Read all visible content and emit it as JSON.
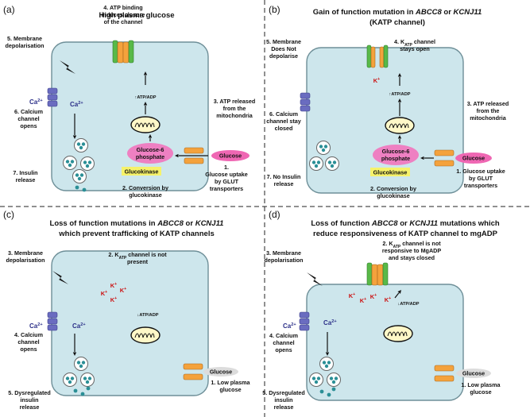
{
  "panels": [
    {
      "id": "a",
      "letter": "(a)",
      "title_lines": [
        [
          {
            "t": "High plasma glucose"
          }
        ]
      ],
      "atp_line": "↑ATP/ADP",
      "ca_out": "Ca",
      "ca_in": "Ca",
      "labels": [
        [
          "4. ATP binding",
          "induces closure",
          "of the channel"
        ],
        [
          "5. Membrane",
          "depolarisation"
        ],
        [
          "6. Calcium",
          "channel",
          "opens"
        ],
        [
          "3. ATP released",
          "from the",
          "mitochondria"
        ],
        [
          "7. Insulin",
          "release"
        ],
        [
          "2. Conversion by",
          "glucokinase"
        ],
        [
          "1.",
          "Glucose uptake",
          "by GLUT",
          "transporters"
        ]
      ],
      "glucose": "Glucose",
      "g6p": [
        "Glucose-6",
        "phosphate"
      ],
      "glucokinase": "Glucokinase"
    },
    {
      "id": "b",
      "letter": "(b)",
      "title_lines": [
        [
          {
            "t": "Gain of function mutation in "
          },
          {
            "t": "ABCC8",
            "i": true
          },
          {
            "t": " or "
          },
          {
            "t": "KCNJ11",
            "i": true
          }
        ],
        [
          {
            "t": "(KATP channel)"
          }
        ]
      ],
      "atp_line": "↑ATP/ADP",
      "k_single": "K",
      "labels": [
        [
          "5. Membrane",
          "Does Not",
          "depolarise"
        ],
        [
          "4. K",
          "stays open"
        ],
        [
          "6. Calcium",
          "channel stay",
          "closed"
        ],
        [
          "3. ATP released",
          "from the",
          "mitochondria"
        ],
        [
          "7. No Insulin",
          "release"
        ],
        [
          "2. Conversion by",
          "glucokinase"
        ],
        [
          "1. Glucose uptake",
          "by GLUT",
          "transporters"
        ]
      ],
      "glucose": "Glucose",
      "g6p": [
        "Glucose-6",
        "phosphate"
      ],
      "glucokinase": "Glucokinase"
    },
    {
      "id": "c",
      "letter": "(c)",
      "title_lines": [
        [
          {
            "t": "Loss of function mutations in "
          },
          {
            "t": "ABCC8",
            "i": true
          },
          {
            "t": " or "
          },
          {
            "t": "KCNJ11",
            "i": true
          }
        ],
        [
          {
            "t": "which prevent trafficking of KATP channels"
          }
        ]
      ],
      "atp_line": "↓ATP/ADP",
      "ca_out": "Ca",
      "ca_in": "Ca",
      "k_ions": [
        "K",
        "K",
        "K",
        "K"
      ],
      "labels": [
        [
          "3. Membrane",
          "depolarisation"
        ],
        [
          "2. K",
          "present"
        ],
        [
          "4. Calcium",
          "channel",
          "opens"
        ],
        [
          "5. Dysregulated",
          "insulin",
          "release"
        ],
        [
          "1. Low plasma",
          "glucose"
        ]
      ],
      "glucose": "Glucose"
    },
    {
      "id": "d",
      "letter": "(d)",
      "title_lines": [
        [
          {
            "t": "Loss of function "
          },
          {
            "t": "ABCC8",
            "i": true
          },
          {
            "t": " or "
          },
          {
            "t": "KCNJ11",
            "i": true
          },
          {
            "t": " mutations which"
          }
        ],
        [
          {
            "t": "reduce responsiveness of  KATP channel to mgADP"
          }
        ]
      ],
      "atp_line": "↓ATP/ADP",
      "ca_out": "Ca",
      "ca_in": "Ca",
      "k_ions": [
        "K",
        "K",
        "K",
        "K"
      ],
      "labels": [
        [
          "2. K",
          "responsive to MgADP",
          "and stays closed"
        ],
        [
          "3. Membrane",
          "depolarisation"
        ],
        [
          "4. Calcium",
          "channel",
          "opens"
        ],
        [
          "5. Dysregulated",
          "insulin",
          "release"
        ],
        [
          "1. Low plasma",
          "glucose"
        ]
      ],
      "glucose": "Glucose"
    }
  ],
  "sup": {
    "ca": "2+",
    "k": "+"
  },
  "katp_sub": "ATP",
  "katp_tails": {
    "b": " channel",
    "c": " channel is not",
    "d": " channel is not"
  },
  "colors": {
    "cell_fill": "#cde6ec",
    "cell_stroke": "#6e8f98",
    "orange": "#f4a23c",
    "green": "#58b948",
    "purple": "#6a6cc0",
    "glucose_pink": "#ef67b3",
    "g6p_pink": "#ee80c2",
    "glucokinase_yellow": "#f6f26a",
    "glucose_grey": "#dcdcdc",
    "granule_teal": "#2b8f96",
    "calcium_text": "#2b2f88",
    "potassium_text": "#cc1111"
  }
}
